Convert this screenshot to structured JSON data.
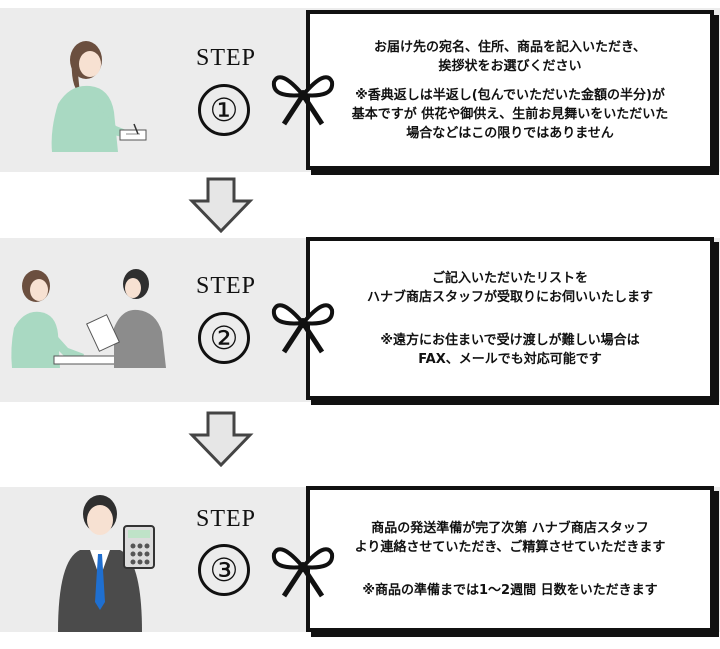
{
  "steps": [
    {
      "label": "STEP",
      "number": "①",
      "lines": [
        "お届け先の宛名、住所、商品を記入いただき、",
        "挨拶状をお選びください",
        "",
        "※香典返しは半返し(包んでいただいた金額の半分)が",
        "基本ですが 供花や御供え、生前お見舞いをいただいた",
        "場合などはこの限りではありません"
      ]
    },
    {
      "label": "STEP",
      "number": "②",
      "lines": [
        "ご記入いただいたリストを",
        "ハナブ商店スタッフが受取りにお伺いいたします",
        "",
        "※遠方にお住まいで受け渡しが難しい場合は",
        "FAX、メールでも対応可能です"
      ]
    },
    {
      "label": "STEP",
      "number": "③",
      "lines": [
        "商品の発送準備が完了次第 ハナブ商店スタッフ",
        "より連絡させていただき、ご精算させていただきます",
        "",
        "※商品の準備までは1～2週間 日数をいただきます"
      ]
    }
  ]
}
